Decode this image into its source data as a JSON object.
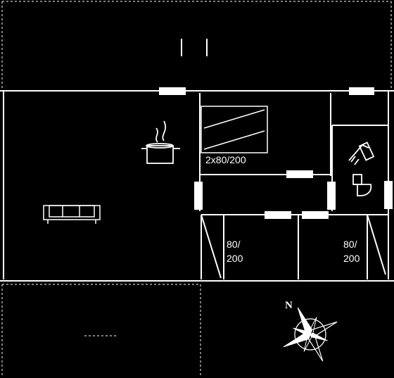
{
  "plan": {
    "rooms": [
      {
        "id": "bedroom-bunk",
        "label": "2x80/200"
      },
      {
        "id": "bedroom-left",
        "label_line1": "80/",
        "label_line2": "200"
      },
      {
        "id": "bedroom-right",
        "label_line1": "80/",
        "label_line2": "200"
      }
    ],
    "compass": {
      "north_label": "N"
    },
    "colors": {
      "background": "#000000",
      "lines": "#ffffff"
    },
    "icons": [
      "steaming-pot-icon",
      "sofa-icon",
      "shower-icon",
      "toilet-icon",
      "compass-rose-icon",
      "bunk-bed-icon"
    ]
  }
}
